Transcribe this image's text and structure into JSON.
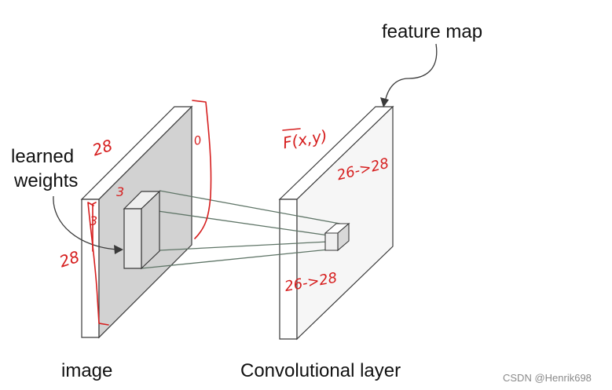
{
  "labels": {
    "feature_map": "feature map",
    "learned_weights_line1": "learned",
    "learned_weights_line2": "weights",
    "image": "image",
    "conv_layer": "Convolutional layer"
  },
  "annotations": {
    "image_top": "28",
    "image_side": "28",
    "image_zero": "0",
    "kernel_three": "3",
    "kernel_side": "3",
    "feature_func": "F(x,y)",
    "feature_top": "26->28",
    "feature_bottom": "26->28"
  },
  "watermark": "CSDN @Henrik698",
  "colors": {
    "outline": "#3a3a3a",
    "image_plane": "#d2d2d2",
    "feature_plane": "#f6f6f6",
    "edge": "#ffffff",
    "projection": "#5f7567",
    "handwriting": "#d61f1f"
  }
}
